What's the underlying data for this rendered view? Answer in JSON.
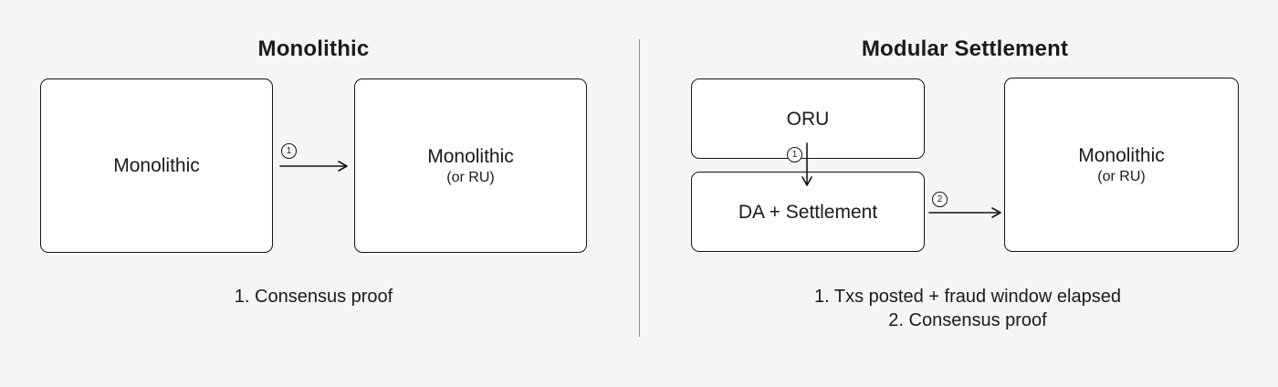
{
  "canvas": {
    "background_color": "#f5f5f3",
    "box_background_color": "#ffffff",
    "stroke_color": "#141414",
    "divider_color": "#8f8f8e"
  },
  "left_panel": {
    "title": "Monolithic",
    "source_box": {
      "label": "Monolithic"
    },
    "target_box": {
      "label": "Monolithic",
      "sublabel": "(or RU)"
    },
    "arrow_1_badge": "1",
    "legend": [
      "1. Consensus proof"
    ]
  },
  "right_panel": {
    "title": "Modular Settlement",
    "oru_box": {
      "label": "ORU"
    },
    "da_box": {
      "label": "DA + Settlement"
    },
    "target_box": {
      "label": "Monolithic",
      "sublabel": "(or RU)"
    },
    "arrow_1_badge": "1",
    "arrow_2_badge": "2",
    "legend": [
      "1. Txs posted + fraud window elapsed",
      "2. Consensus proof"
    ]
  }
}
